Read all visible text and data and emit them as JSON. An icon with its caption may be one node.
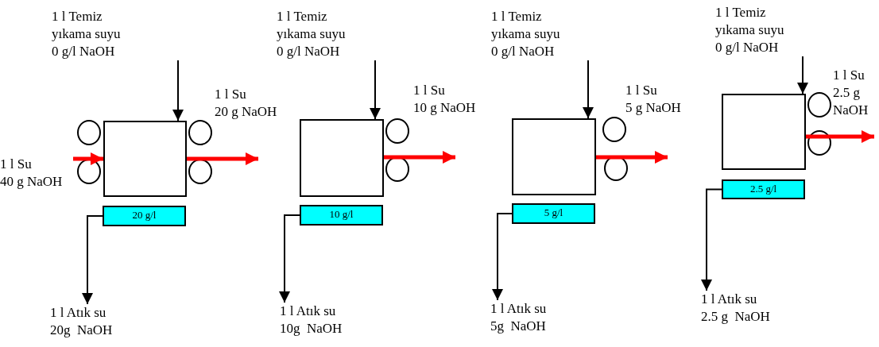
{
  "diagram": {
    "nodes": [
      {
        "text": [
          "1 l Temiz yıkama suyu 0 g/l NaOH"
        ]
      },
      {
        "text": [
          "1 l Su 40 g NaOH"
        ]
      },
      {
        "text": [],
        "shape": "box"
      },
      {
        "text": [
          "20 g/l"
        ]
      },
      {
        "text": [
          "1 l Atık su 20g  NaOH"
        ]
      },
      {
        "text": [
          "1 l Temiz yıkama suyu 0 g/l NaOH"
        ]
      },
      {
        "text": [],
        "shape": "box"
      },
      {
        "text": [
          "10 g/l"
        ]
      },
      {
        "text": [
          "1 l Atık su 10g  NaOH"
        ]
      },
      {
        "text": [
          "1 l Temiz yıkama suyu 0 g/l NaOH"
        ]
      },
      {
        "text": [],
        "shape": "box"
      },
      {
        "text": [
          "5 g/l"
        ]
      },
      {
        "text": [
          "1 l Atık su 5g  NaOH"
        ]
      },
      {
        "text": [
          "1 l Temiz yıkama suyu 0 g/l NaOH"
        ]
      },
      {
        "text": [],
        "shape": "box"
      },
      {
        "text": [
          "2.5 g/l"
        ]
      },
      {
        "text": [
          "1 l Atık su 2.5 g  NaOH"
        ]
      }
    ],
    "edges": [
      {
        "from": 0,
        "to": 2,
        "arrow": "to"
      },
      {
        "from": 1,
        "to": 2,
        "arrow": "to",
        "style": "thick",
        "color": "#ff0000"
      },
      {
        "from": 2,
        "to": null,
        "arrow": "to",
        "style": "thick",
        "color": "#ff0000"
      },
      {
        "from": 3,
        "to": 4,
        "arrow": "to"
      },
      {
        "from": 5,
        "to": 6,
        "arrow": "to"
      },
      {
        "from": 6,
        "to": null,
        "arrow": "to",
        "style": "thick",
        "color": "#ff0000"
      },
      {
        "from": 7,
        "to": 8,
        "arrow": "to"
      },
      {
        "from": 9,
        "to": 10,
        "arrow": "to"
      },
      {
        "from": 10,
        "to": null,
        "arrow": "to",
        "style": "thick",
        "color": "#ff0000"
      },
      {
        "from": 11,
        "to": 12,
        "arrow": "to"
      },
      {
        "from": 13,
        "to": 14,
        "arrow": "to"
      },
      {
        "from": 14,
        "to": null,
        "arrow": "to",
        "style": "thick",
        "color": "#ff0000"
      },
      {
        "from": 15,
        "to": 16,
        "arrow": "to"
      }
    ],
    "labels": [
      "1 l Su 20 g NaOH",
      "1 l Su 10 g NaOH",
      "1 l Su 5 g NaOH",
      "1 l Su 2.5 g NaOH"
    ]
  }
}
